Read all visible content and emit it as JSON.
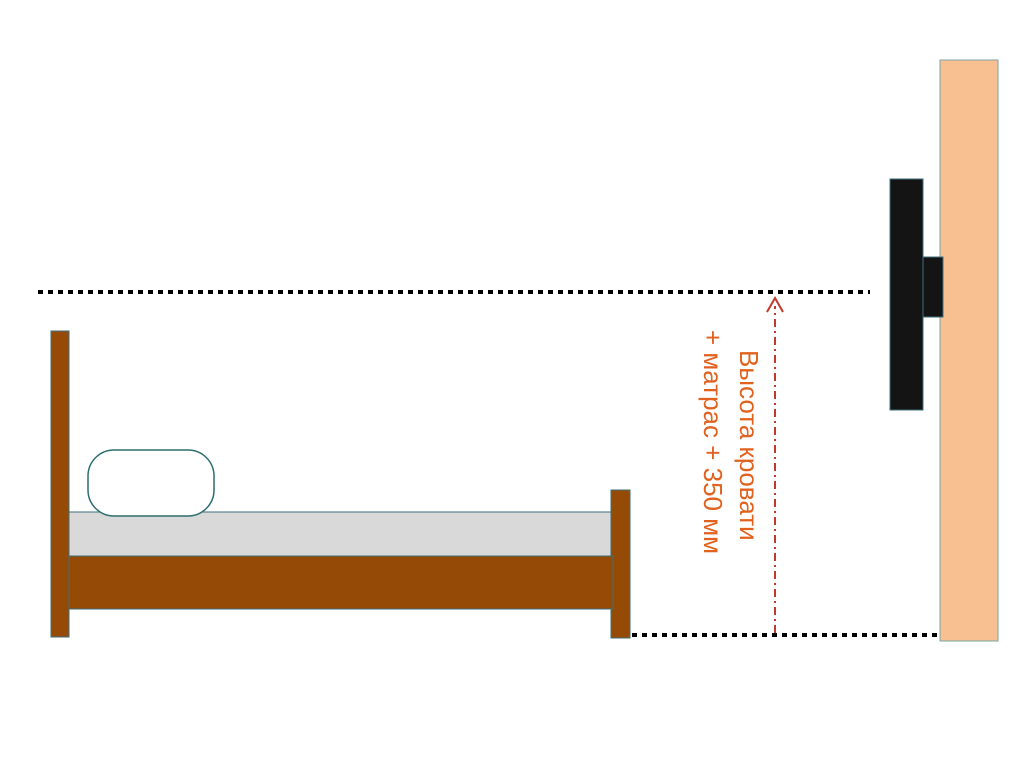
{
  "annotation": {
    "line1": "Высота кровати",
    "line2": "+ матрас + 350 мм"
  },
  "colors": {
    "bed_frame": "#954a06",
    "mattress": "#d9d9d9",
    "pillow": "#ffffff",
    "pillow_outline": "#2d6e6e",
    "wall": "#f8c090",
    "tv": "#141414",
    "guide_line": "#000000",
    "dimension_arrow": "#c0392b",
    "annotation_text": "#e0621e"
  },
  "icons": {
    "bed": "bed-illustration",
    "tv": "wall-mounted-tv",
    "wall": "wall-panel"
  }
}
